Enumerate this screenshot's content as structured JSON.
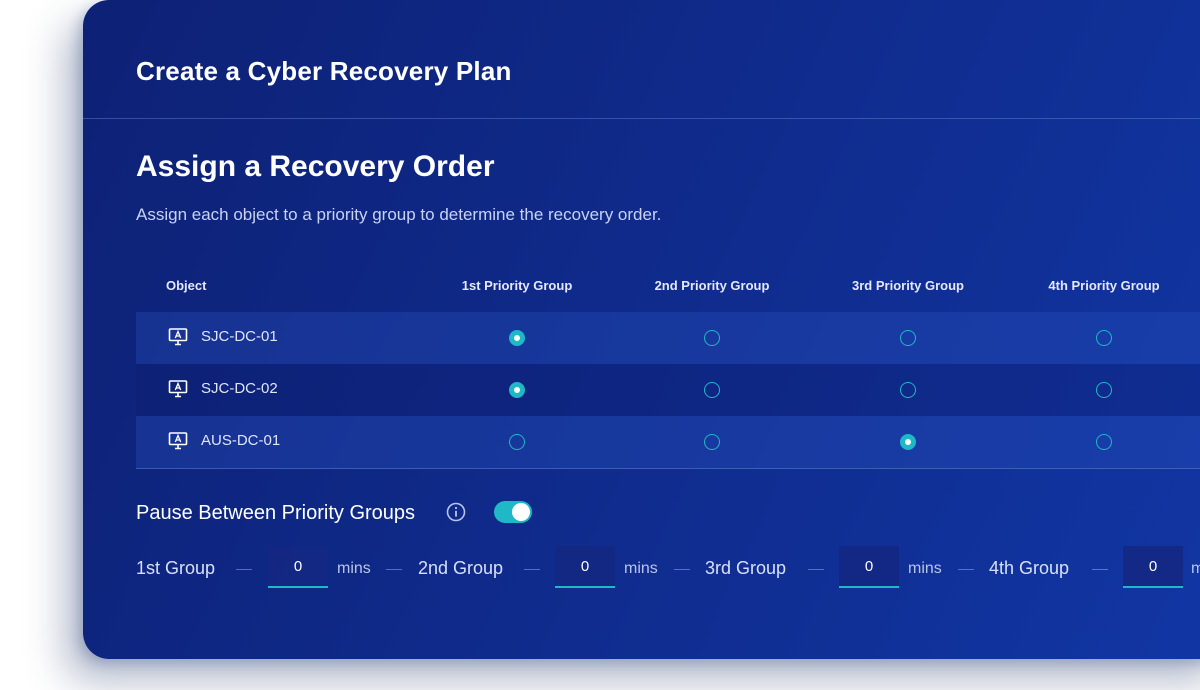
{
  "card": {
    "title": "Create a Cyber Recovery Plan"
  },
  "section": {
    "title": "Assign a Recovery Order",
    "subtitle": "Assign each object to a priority group to determine the recovery order."
  },
  "table": {
    "headers": [
      "Object",
      "1st Priority Group",
      "2nd Priority Group",
      "3rd Priority Group",
      "4th Priority Group"
    ],
    "rows": [
      {
        "object": "SJC-DC-01",
        "icon": "monitor-icon",
        "selected_group": 1
      },
      {
        "object": "SJC-DC-02",
        "icon": "monitor-icon",
        "selected_group": 1
      },
      {
        "object": "AUS-DC-01",
        "icon": "monitor-icon",
        "selected_group": 3
      }
    ]
  },
  "pause": {
    "label": "Pause Between Priority Groups",
    "info_icon": "info-icon",
    "enabled": true,
    "groups": [
      {
        "label": "1st Group",
        "value": "0",
        "unit": "mins"
      },
      {
        "label": "2nd Group",
        "value": "0",
        "unit": "mins"
      },
      {
        "label": "3rd Group",
        "value": "0",
        "unit": "mins"
      },
      {
        "label": "4th Group",
        "value": "0",
        "unit": "m"
      }
    ]
  },
  "colors": {
    "accent": "#1fb8c6",
    "background": "#0f2a8a"
  }
}
